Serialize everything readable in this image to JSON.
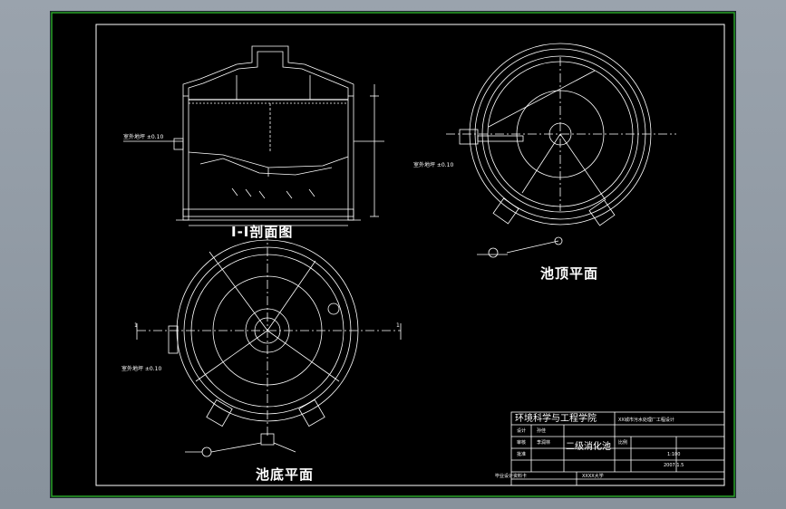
{
  "drawing": {
    "view_titles": {
      "section": "Ⅰ-Ⅰ剖面图",
      "top_view_right": "池顶平面",
      "top_view_left": "池底平面"
    },
    "section_marks": {
      "left": "1",
      "right": "1"
    },
    "elevation_note": "室外地坪 ±0.10",
    "title_block": {
      "school": "环境科学与工程学院",
      "project": "XX城市污水处理厂工程设计",
      "drawing_name": "二级消化池",
      "scale_label": "比例",
      "scale_value": "1:100",
      "date_value": "2007.1.5",
      "row_design": "设计",
      "row_check": "审核",
      "row_approve": "批准",
      "designer": "孙佳",
      "checker": "李润林",
      "left_note": "毕业设计资料卡",
      "bottom_note": "XXXX大学"
    }
  },
  "colors": {
    "app_background": "#8e98a2",
    "sheet_background": "#000000",
    "line": "#ffffff",
    "border": "#2aa52a"
  }
}
